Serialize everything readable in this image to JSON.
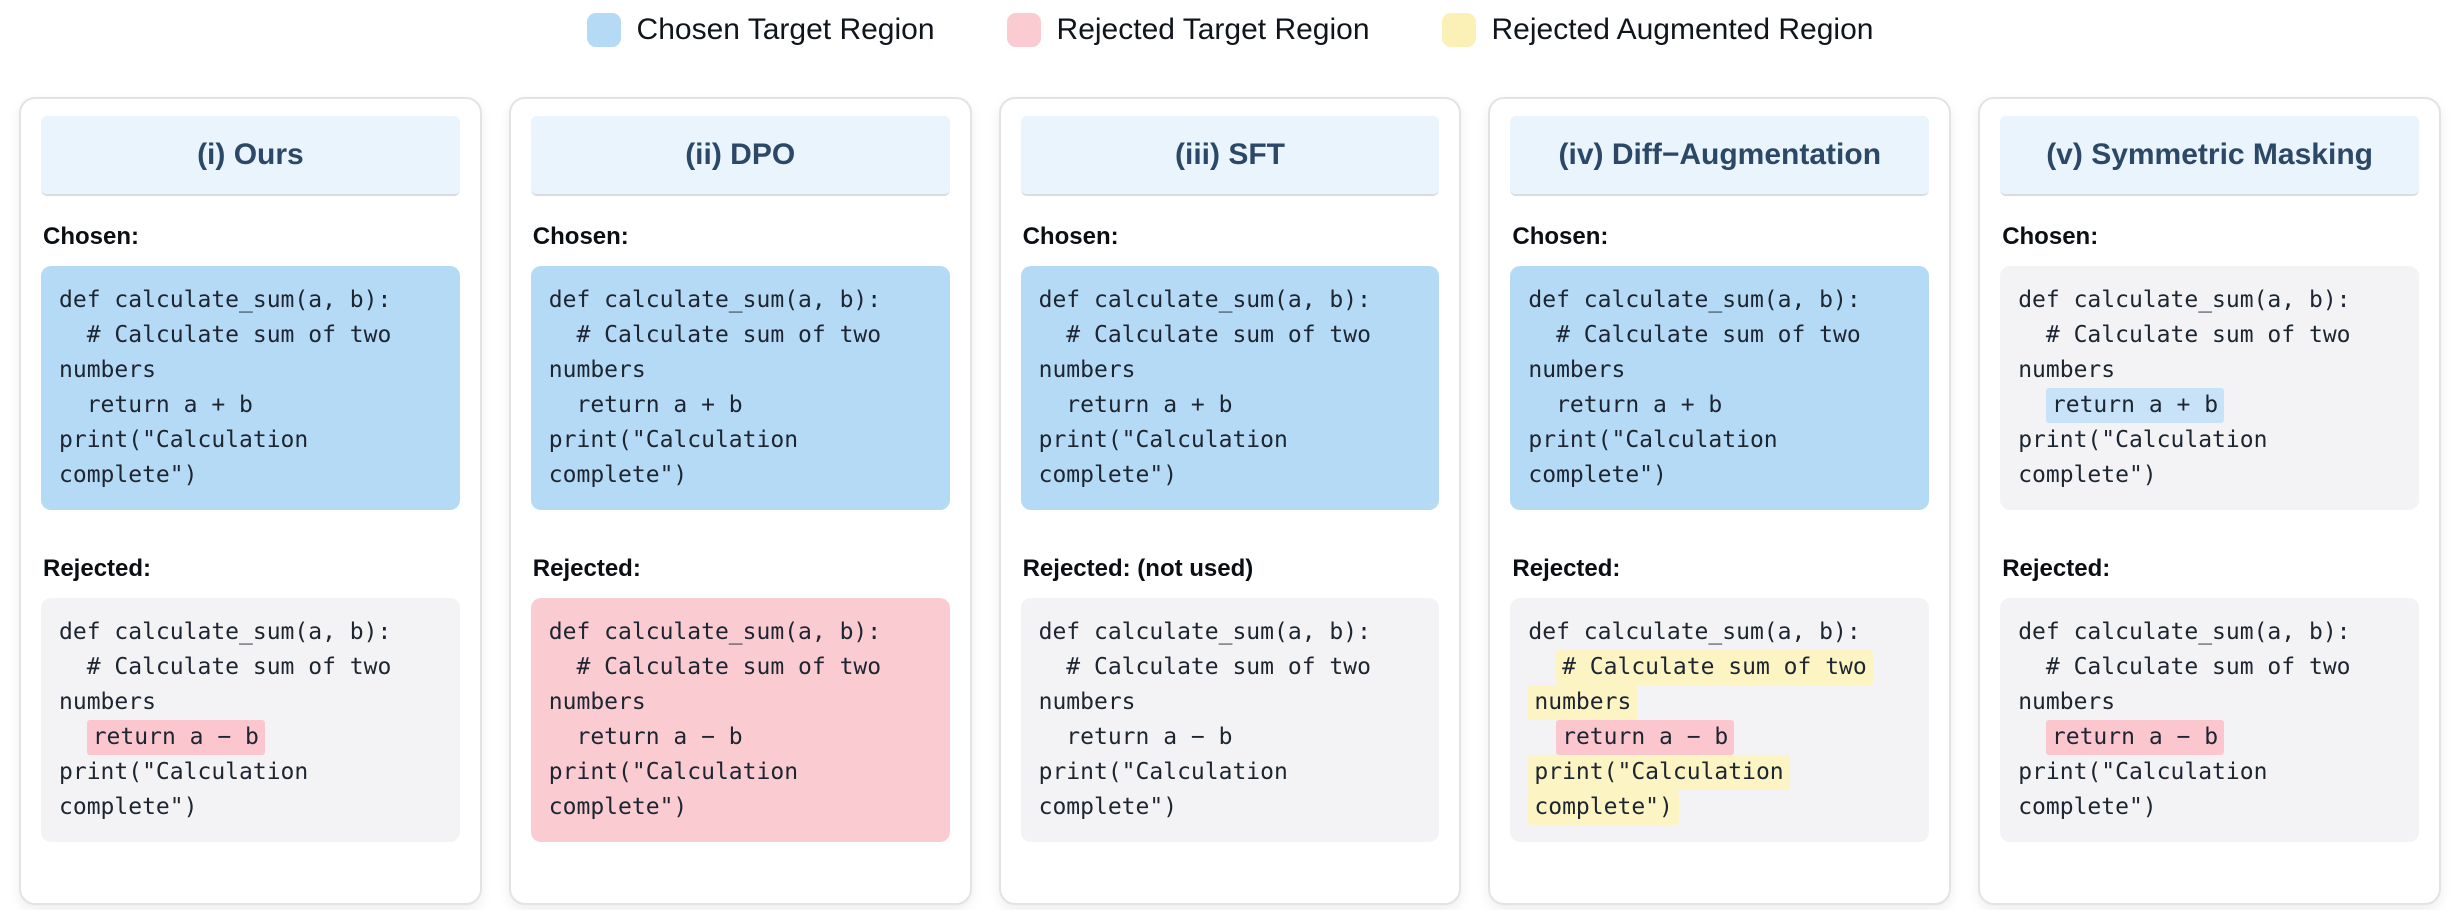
{
  "legend": {
    "items": [
      {
        "label": "Chosen Target Region",
        "color": "#b5daf5"
      },
      {
        "label": "Rejected Target Region",
        "color": "#fbcbd2"
      },
      {
        "label": "Rejected Augmented Region",
        "color": "#fbf0b6"
      }
    ]
  },
  "colors": {
    "header_band": "#e9f4fc",
    "title_text": "#2b4866",
    "block_blue": "#b5daf5",
    "block_pink": "#fbcbd2",
    "block_gray": "#f3f3f5",
    "inline_blue": "#c8e3f8",
    "inline_pink": "#fbc6ce",
    "inline_yellow": "#fcf4c2"
  },
  "panels": [
    {
      "title": "(i) Ours",
      "sections": [
        {
          "key": "chosen",
          "label": "Chosen:",
          "block_bg": "block_blue",
          "lines": [
            [
              {
                "t": "def calculate_sum(a, b):"
              }
            ],
            [
              {
                "t": "  # Calculate sum of two"
              }
            ],
            [
              {
                "t": "numbers"
              }
            ],
            [
              {
                "t": "  return a + b"
              }
            ],
            [
              {
                "t": "print(\"Calculation"
              }
            ],
            [
              {
                "t": "complete\")"
              }
            ]
          ]
        },
        {
          "key": "rejected",
          "label": "Rejected:",
          "block_bg": "block_gray",
          "lines": [
            [
              {
                "t": "def calculate_sum(a, b):"
              }
            ],
            [
              {
                "t": "  # Calculate sum of two"
              }
            ],
            [
              {
                "t": "numbers"
              }
            ],
            [
              {
                "t": "  "
              },
              {
                "t": "return a − b",
                "m": "inline_pink"
              }
            ],
            [
              {
                "t": "print(\"Calculation"
              }
            ],
            [
              {
                "t": "complete\")"
              }
            ]
          ]
        }
      ]
    },
    {
      "title": "(ii) DPO",
      "sections": [
        {
          "key": "chosen",
          "label": "Chosen:",
          "block_bg": "block_blue",
          "lines": [
            [
              {
                "t": "def calculate_sum(a, b):"
              }
            ],
            [
              {
                "t": "  # Calculate sum of two"
              }
            ],
            [
              {
                "t": "numbers"
              }
            ],
            [
              {
                "t": "  return a + b"
              }
            ],
            [
              {
                "t": "print(\"Calculation"
              }
            ],
            [
              {
                "t": "complete\")"
              }
            ]
          ]
        },
        {
          "key": "rejected",
          "label": "Rejected:",
          "block_bg": "block_pink",
          "lines": [
            [
              {
                "t": "def calculate_sum(a, b):"
              }
            ],
            [
              {
                "t": "  # Calculate sum of two"
              }
            ],
            [
              {
                "t": "numbers"
              }
            ],
            [
              {
                "t": "  return a − b"
              }
            ],
            [
              {
                "t": "print(\"Calculation"
              }
            ],
            [
              {
                "t": "complete\")"
              }
            ]
          ]
        }
      ]
    },
    {
      "title": "(iii) SFT",
      "sections": [
        {
          "key": "chosen",
          "label": "Chosen:",
          "block_bg": "block_blue",
          "lines": [
            [
              {
                "t": "def calculate_sum(a, b):"
              }
            ],
            [
              {
                "t": "  # Calculate sum of two"
              }
            ],
            [
              {
                "t": "numbers"
              }
            ],
            [
              {
                "t": "  return a + b"
              }
            ],
            [
              {
                "t": "print(\"Calculation"
              }
            ],
            [
              {
                "t": "complete\")"
              }
            ]
          ]
        },
        {
          "key": "rejected",
          "label": "Rejected: (not used)",
          "block_bg": "block_gray",
          "lines": [
            [
              {
                "t": "def calculate_sum(a, b):"
              }
            ],
            [
              {
                "t": "  # Calculate sum of two"
              }
            ],
            [
              {
                "t": "numbers"
              }
            ],
            [
              {
                "t": "  return a − b"
              }
            ],
            [
              {
                "t": "print(\"Calculation"
              }
            ],
            [
              {
                "t": "complete\")"
              }
            ]
          ]
        }
      ]
    },
    {
      "title": "(iv) Diff−Augmentation",
      "sections": [
        {
          "key": "chosen",
          "label": "Chosen:",
          "block_bg": "block_blue",
          "lines": [
            [
              {
                "t": "def calculate_sum(a, b):"
              }
            ],
            [
              {
                "t": "  # Calculate sum of two"
              }
            ],
            [
              {
                "t": "numbers"
              }
            ],
            [
              {
                "t": "  return a + b"
              }
            ],
            [
              {
                "t": "print(\"Calculation"
              }
            ],
            [
              {
                "t": "complete\")"
              }
            ]
          ]
        },
        {
          "key": "rejected",
          "label": "Rejected:",
          "block_bg": "block_gray",
          "lines": [
            [
              {
                "t": "def calculate_sum(a, b):"
              }
            ],
            [
              {
                "t": "  "
              },
              {
                "t": "# Calculate sum of two",
                "m": "inline_yellow"
              }
            ],
            [
              {
                "t": "numbers",
                "m": "inline_yellow"
              }
            ],
            [
              {
                "t": "  "
              },
              {
                "t": "return a − b",
                "m": "inline_pink"
              }
            ],
            [
              {
                "t": "print(\"Calculation",
                "m": "inline_yellow"
              }
            ],
            [
              {
                "t": "complete\")",
                "m": "inline_yellow"
              }
            ]
          ]
        }
      ]
    },
    {
      "title": "(v) Symmetric Masking",
      "sections": [
        {
          "key": "chosen",
          "label": "Chosen:",
          "block_bg": "block_gray",
          "lines": [
            [
              {
                "t": "def calculate_sum(a, b):"
              }
            ],
            [
              {
                "t": "  # Calculate sum of two"
              }
            ],
            [
              {
                "t": "numbers"
              }
            ],
            [
              {
                "t": "  "
              },
              {
                "t": "return a + b",
                "m": "inline_blue"
              }
            ],
            [
              {
                "t": "print(\"Calculation"
              }
            ],
            [
              {
                "t": "complete\")"
              }
            ]
          ]
        },
        {
          "key": "rejected",
          "label": "Rejected:",
          "block_bg": "block_gray",
          "lines": [
            [
              {
                "t": "def calculate_sum(a, b):"
              }
            ],
            [
              {
                "t": "  # Calculate sum of two"
              }
            ],
            [
              {
                "t": "numbers"
              }
            ],
            [
              {
                "t": "  "
              },
              {
                "t": "return a − b",
                "m": "inline_pink"
              }
            ],
            [
              {
                "t": "print(\"Calculation"
              }
            ],
            [
              {
                "t": "complete\")"
              }
            ]
          ]
        }
      ]
    }
  ]
}
